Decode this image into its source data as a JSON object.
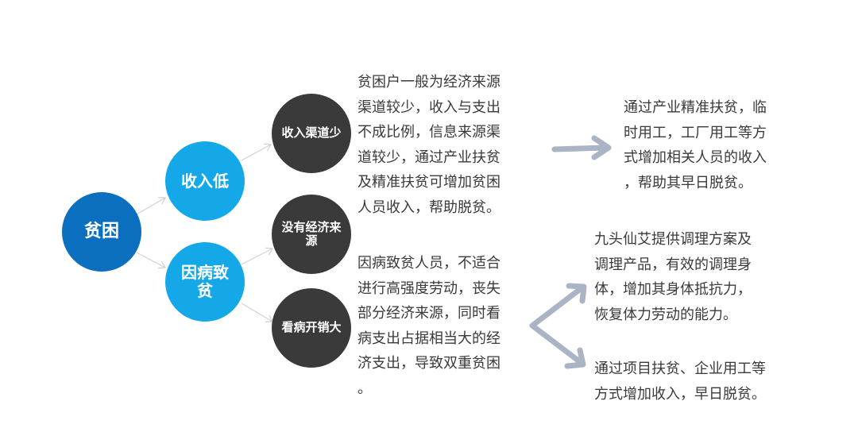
{
  "nodes": {
    "root": "贫困",
    "low_income": "收入低",
    "illness": "因病致贫",
    "few_channels": "收入渠道少",
    "no_source": "没有经济来源",
    "medical_cost": "看病开销大"
  },
  "descriptions": {
    "income_explain": [
      "贫困户一般为经济来源",
      "渠道较少，收入与支出",
      "不成比例，信息来源渠",
      "道较少，通过产业扶贫",
      "及精准扶贫可增加贫困",
      "人员收入，帮助脱贫。"
    ],
    "illness_explain": [
      "因病致贫人员，不适合",
      "进行高强度劳动，丧失",
      "部分经济来源，同时看",
      "病支出占据相当大的经",
      "济支出，导致双重贫困",
      "。"
    ]
  },
  "solutions": {
    "income_solution": [
      "通过产业精准扶贫，临",
      "时用工，工厂用工等方",
      "式增加相关人员的收入",
      "，帮助其早日脱贫。"
    ],
    "health_solution": [
      "九头仙艾提供调理方案及",
      "调理产品，有效的调理身",
      "体，增加其身体抵抗力，",
      "恢复体力劳动的能力。"
    ],
    "employment_solution": [
      "通过项目扶贫、企业用工等",
      "方式增加收入，早日脱贫。"
    ]
  },
  "colors": {
    "root": "#0b6fc0",
    "mid": "#15a8e9",
    "dark": "#3b3a3a",
    "big_arrow": "#aab4c4",
    "thin_arrow": "#cfcfcf"
  }
}
